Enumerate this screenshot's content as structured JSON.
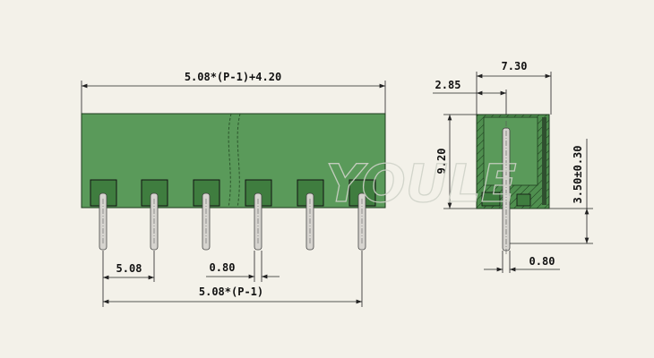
{
  "watermark": "YOULE",
  "front_view": {
    "overall_length": "5.08*(P-1)+4.20",
    "pitch": "5.08",
    "pin_width": "0.80",
    "pin_span": "5.08*(P-1)"
  },
  "side_view": {
    "depth": "7.30",
    "pin_offset": "2.85",
    "height": "9.20",
    "pin_length": "3.50±0.30",
    "pin_width": "0.80"
  },
  "colors": {
    "body": "#5a9a5a",
    "background": "#f3f1e9"
  }
}
